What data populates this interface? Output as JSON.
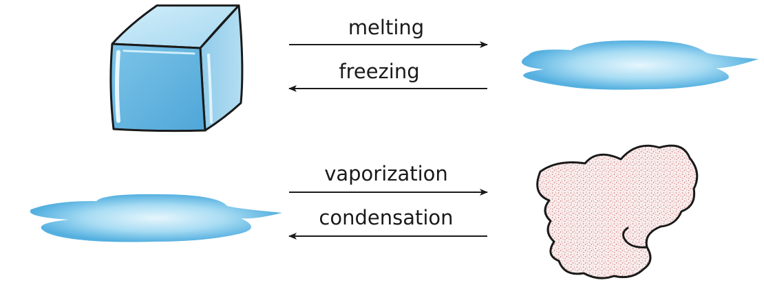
{
  "processes": {
    "melting": "melting",
    "freezing": "freezing",
    "vaporization": "vaporization",
    "condensation": "condensation"
  },
  "colors": {
    "ice_front": "#5eb1dd",
    "ice_top": "#b9e1f3",
    "ice_side": "#8ecbea",
    "water": "#5fb6e2",
    "water_highlight": "#d9f1fb",
    "gas_fill": "#f7eaea",
    "gas_dots": "#c86a6a",
    "outline": "#1a1a1a"
  }
}
